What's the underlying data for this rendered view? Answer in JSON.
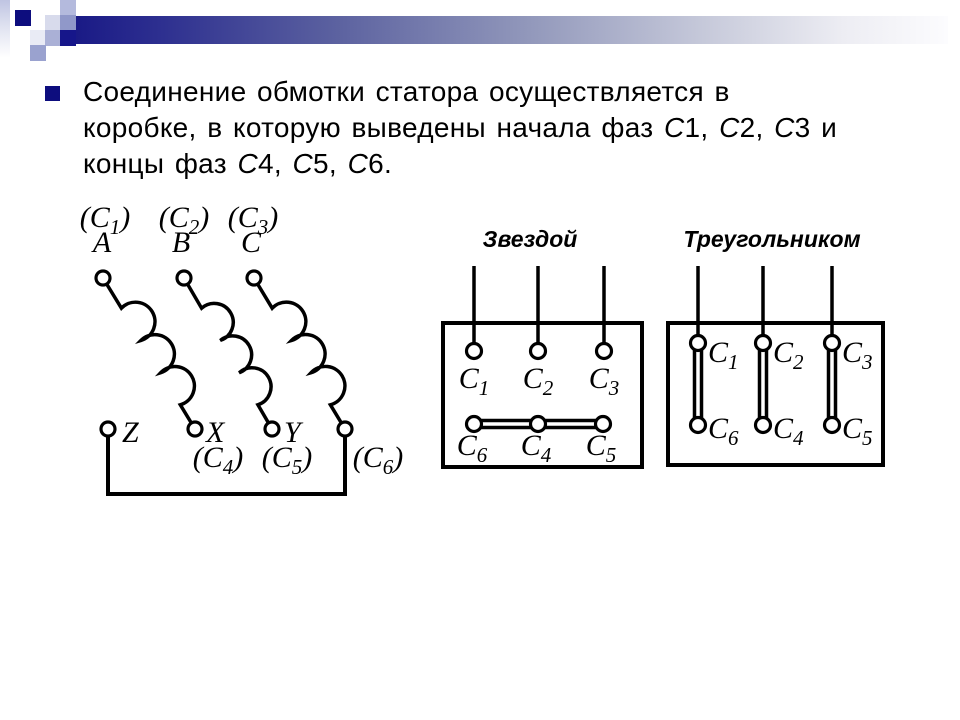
{
  "colors": {
    "accent_navy": "#0d0d7e",
    "diagram_stroke": "#000000"
  },
  "bullet": {
    "lines": [
      [
        {
          "t": "Соединение обмотки статора осуществляется в"
        }
      ],
      [
        {
          "t": "коробке, в которую выведены начала фаз "
        },
        {
          "t": "С",
          "i": true
        },
        {
          "t": "1, "
        },
        {
          "t": "С",
          "i": true
        },
        {
          "t": "2, "
        },
        {
          "t": "С",
          "i": true
        },
        {
          "t": "3 и"
        }
      ],
      [
        {
          "t": "концы фаз "
        },
        {
          "t": "С",
          "i": true
        },
        {
          "t": "4, "
        },
        {
          "t": "С",
          "i": true
        },
        {
          "t": "5, "
        },
        {
          "t": "С",
          "i": true
        },
        {
          "t": "6."
        }
      ]
    ]
  },
  "winding": {
    "top": [
      {
        "pre": "(C",
        "sub": "1",
        "post": ")",
        "phase": "A"
      },
      {
        "pre": "(C",
        "sub": "2",
        "post": ")",
        "phase": "B"
      },
      {
        "pre": "(C",
        "sub": "3",
        "post": ")",
        "phase": "C"
      }
    ],
    "bottom_phase": [
      "Z",
      "X",
      "Y"
    ],
    "bottom_paren": [
      {
        "pre": "(C",
        "sub": "4",
        "post": ")"
      },
      {
        "pre": "(C",
        "sub": "5",
        "post": ")"
      },
      {
        "pre": "(C",
        "sub": "6",
        "post": ")"
      }
    ]
  },
  "star": {
    "title": "Звездой",
    "top": [
      {
        "m": "C",
        "s": "1"
      },
      {
        "m": "C",
        "s": "2"
      },
      {
        "m": "C",
        "s": "3"
      }
    ],
    "bottom": [
      {
        "m": "C",
        "s": "6"
      },
      {
        "m": "C",
        "s": "4"
      },
      {
        "m": "C",
        "s": "5"
      }
    ]
  },
  "delta": {
    "title": "Треугольником",
    "links": [
      {
        "top_m": "C",
        "top_s": "1",
        "bot_m": "C",
        "bot_s": "6"
      },
      {
        "top_m": "C",
        "top_s": "2",
        "bot_m": "C",
        "bot_s": "4"
      },
      {
        "top_m": "C",
        "top_s": "3",
        "bot_m": "C",
        "bot_s": "5"
      }
    ]
  }
}
